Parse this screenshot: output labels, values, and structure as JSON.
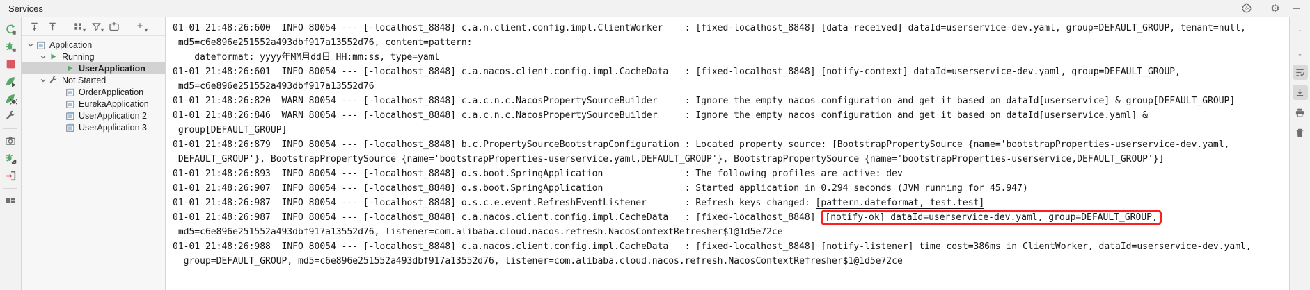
{
  "window": {
    "title": "Services"
  },
  "glyphs": {
    "gear": "⚙",
    "up_arrow": "↑",
    "down_arrow": "↓",
    "plus": "+"
  },
  "header": {
    "icon_names": [
      "target-icon",
      "settings-gear-icon",
      "minimize-icon"
    ]
  },
  "left_toolbar_icon_names": [
    "rerun-icon",
    "rerun-debug-icon",
    "stop-icon",
    "run-icon",
    "debug-icon",
    "wrench-settings-icon",
    "thread-dump-camera-icon",
    "attach-debugger-icon",
    "exit-disconnect-icon",
    "dashboard-layout-icon"
  ],
  "sidebar": {
    "toolbar_icon_names": [
      "expand-all-icon",
      "collapse-all-icon",
      "group-by-icon",
      "filter-icon",
      "add-service-frame-icon",
      "add-icon"
    ],
    "items": [
      {
        "label": "Application"
      },
      {
        "label": "Running"
      },
      {
        "label": "UserApplication",
        "selected": true
      },
      {
        "label": "Not Started"
      },
      {
        "label": "OrderApplication"
      },
      {
        "label": "EurekaApplication"
      },
      {
        "label": "UserApplication 2"
      },
      {
        "label": "UserApplication 3"
      }
    ]
  },
  "right_toolbar_icon_names": [
    "scroll-up-icon",
    "scroll-down-icon",
    "soft-wrap-icon",
    "scroll-to-end-icon",
    "print-icon",
    "clear-console-icon"
  ],
  "console": {
    "rows": [
      {
        "text": "01-01 21:48:26:600  INFO 80054 --- [-localhost_8848] c.a.n.client.config.impl.ClientWorker    : [fixed-localhost_8848] [data-received] dataId=userservice-dev.yaml, group=DEFAULT_GROUP, tenant=null,"
      },
      {
        "text": " md5=c6e896e251552a493dbf917a13552d76, content=pattern:"
      },
      {
        "text": "    dateformat: yyyy年MM月dd日 HH:mm:ss, type=yaml"
      },
      {
        "text": "01-01 21:48:26:601  INFO 80054 --- [-localhost_8848] c.a.nacos.client.config.impl.CacheData   : [fixed-localhost_8848] [notify-context] dataId=userservice-dev.yaml, group=DEFAULT_GROUP,"
      },
      {
        "text": " md5=c6e896e251552a493dbf917a13552d76"
      },
      {
        "text": "01-01 21:48:26:820  WARN 80054 --- [-localhost_8848] c.a.c.n.c.NacosPropertySourceBuilder     : Ignore the empty nacos configuration and get it based on dataId[userservice] & group[DEFAULT_GROUP]"
      },
      {
        "text": "01-01 21:48:26:846  WARN 80054 --- [-localhost_8848] c.a.c.n.c.NacosPropertySourceBuilder     : Ignore the empty nacos configuration and get it based on dataId[userservice.yaml] &"
      },
      {
        "text": " group[DEFAULT_GROUP]"
      },
      {
        "text": "01-01 21:48:26:879  INFO 80054 --- [-localhost_8848] b.c.PropertySourceBootstrapConfiguration : Located property source: [BootstrapPropertySource {name='bootstrapProperties-userservice-dev.yaml,"
      },
      {
        "text": " DEFAULT_GROUP'}, BootstrapPropertySource {name='bootstrapProperties-userservice.yaml,DEFAULT_GROUP'}, BootstrapPropertySource {name='bootstrapProperties-userservice,DEFAULT_GROUP'}]"
      },
      {
        "text": "01-01 21:48:26:893  INFO 80054 --- [-localhost_8848] o.s.boot.SpringApplication               : The following profiles are active: dev"
      },
      {
        "text": "01-01 21:48:26:907  INFO 80054 --- [-localhost_8848] o.s.boot.SpringApplication               : Started application in 0.294 seconds (JVM running for 45.947)"
      },
      {
        "prefix": "01-01 21:48:26:987  INFO 80054 --- [-localhost_8848] o.s.c.e.event.RefreshEventListener       : Refresh keys changed: ",
        "underlined": "[pattern.dateformat, test.test]"
      },
      {
        "prefix": "01-01 21:48:26:987  INFO 80054 --- [-localhost_8848] c.a.nacos.client.config.impl.CacheData   : [fixed-localhost_8848] ",
        "boxed": "[notify-ok] dataId=userservice-dev.yaml, group=DEFAULT_GROUP,"
      },
      {
        "text": " md5=c6e896e251552a493dbf917a13552d76, listener=com.alibaba.cloud.nacos.refresh.NacosContextRefresher$1@1d5e72ce"
      },
      {
        "text": "01-01 21:48:26:988  INFO 80054 --- [-localhost_8848] c.a.nacos.client.config.impl.CacheData   : [fixed-localhost_8848] [notify-listener] time cost=386ms in ClientWorker, dataId=userservice-dev.yaml,"
      },
      {
        "text": "  group=DEFAULT_GROUP, md5=c6e896e251552a493dbf917a13552d76, listener=com.alibaba.cloud.nacos.refresh.NacosContextRefresher$1@1d5e72ce"
      }
    ]
  },
  "colors": {
    "run_green": "#59a869",
    "stop_red": "#db5860",
    "highlight_box_red": "#fb1f1f",
    "selection_gray": "#d2d2d2"
  }
}
